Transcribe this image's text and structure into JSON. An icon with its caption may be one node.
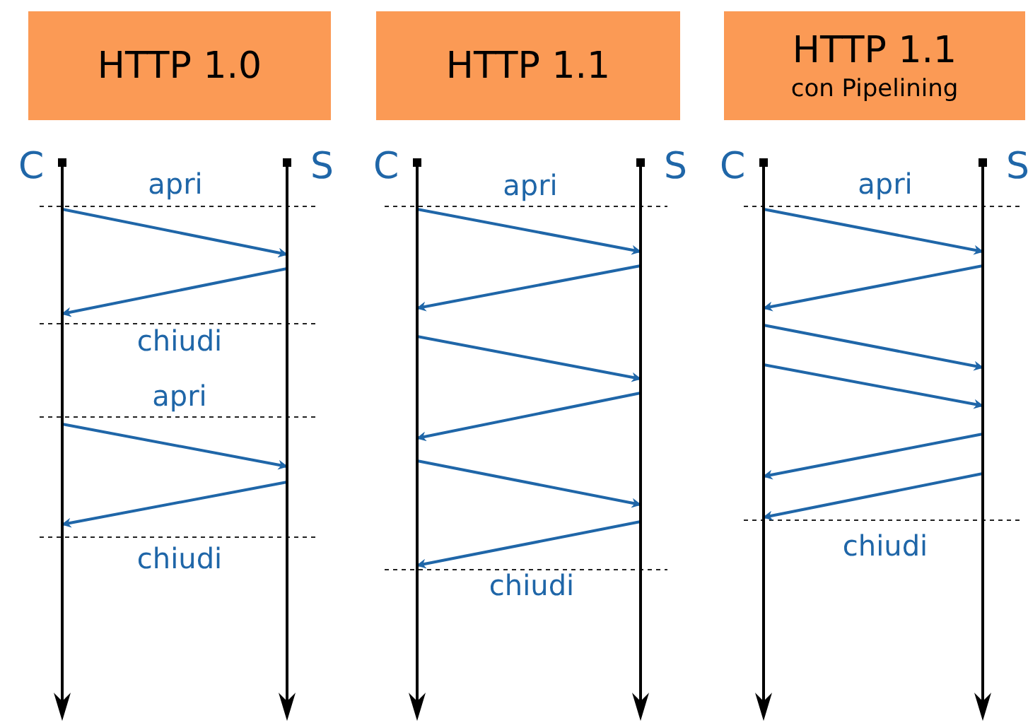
{
  "diagram": {
    "nodes": [
      {
        "text": [
          "HTTP 1.0"
        ]
      },
      {
        "text": [
          "HTTP 1.1"
        ]
      },
      {
        "text": [
          "HTTP 1.1",
          "con Pipelining"
        ]
      },
      {
        "text": [
          "C"
        ]
      },
      {
        "text": [
          "S"
        ]
      },
      {
        "text": [
          "C"
        ]
      },
      {
        "text": [
          "S"
        ]
      },
      {
        "text": [
          "C"
        ]
      },
      {
        "text": [
          "S"
        ]
      }
    ],
    "edges": [
      {
        "from": 3,
        "to": 4,
        "arrow": "to"
      },
      {
        "from": 4,
        "to": 3,
        "arrow": "to"
      },
      {
        "from": 3,
        "to": 4,
        "arrow": "to"
      },
      {
        "from": 4,
        "to": 3,
        "arrow": "to"
      },
      {
        "from": 5,
        "to": 6,
        "arrow": "to"
      },
      {
        "from": 6,
        "to": 5,
        "arrow": "to"
      },
      {
        "from": 5,
        "to": 6,
        "arrow": "to"
      },
      {
        "from": 6,
        "to": 5,
        "arrow": "to"
      },
      {
        "from": 5,
        "to": 6,
        "arrow": "to"
      },
      {
        "from": 6,
        "to": 5,
        "arrow": "to"
      },
      {
        "from": 7,
        "to": 8,
        "arrow": "to"
      },
      {
        "from": 8,
        "to": 7,
        "arrow": "to"
      },
      {
        "from": 7,
        "to": 8,
        "arrow": "to"
      },
      {
        "from": 7,
        "to": 8,
        "arrow": "to"
      },
      {
        "from": 8,
        "to": 7,
        "arrow": "to"
      },
      {
        "from": 8,
        "to": 7,
        "arrow": "to"
      }
    ],
    "labels": [
      "apri",
      "chiudi",
      "apri",
      "chiudi",
      "apri",
      "chiudi",
      "apri",
      "chiudi"
    ]
  }
}
